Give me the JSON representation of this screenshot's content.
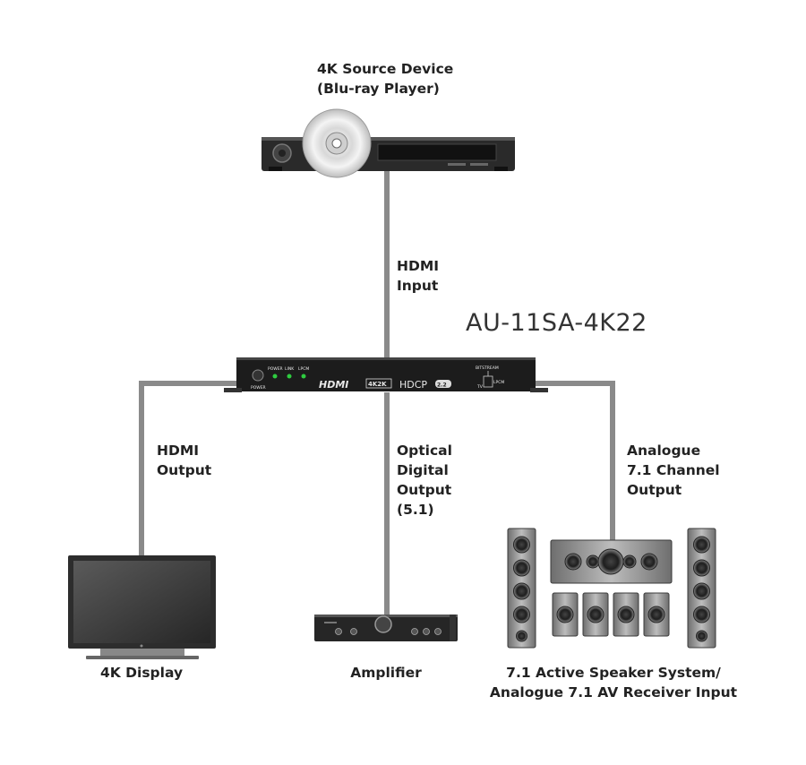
{
  "title": "AU-11SA-4K22",
  "source": {
    "label": "4K Source Device\n(Blu-ray Player)"
  },
  "links": {
    "hdmi_input": "HDMI\nInput",
    "hdmi_output": "HDMI\nOutput",
    "optical_output": "Optical\nDigital\nOutput\n(5.1)",
    "analogue_output": "Analogue\n7.1 Channel\nOutput"
  },
  "destinations": {
    "display": "4K Display",
    "amplifier": "Amplifier",
    "speakers": "7.1 Active Speaker System/\nAnalogue 7.1 AV Receiver Input"
  },
  "device_panel": {
    "power_label": "POWER",
    "led_labels": [
      "POWER",
      "LINK",
      "LPCM"
    ],
    "logo_hdmi": "HDMI",
    "logo_4k2k": "4K2K",
    "logo_hdcp": "HDCP",
    "logo_hdcp_ver": "2.2",
    "switch_label": "BITSTREAM",
    "switch_left": "TV",
    "switch_right": "LPCM"
  },
  "colors": {
    "cable": "#8a8a8a",
    "device": "#1c1c1c",
    "led": "#2ecc40"
  }
}
